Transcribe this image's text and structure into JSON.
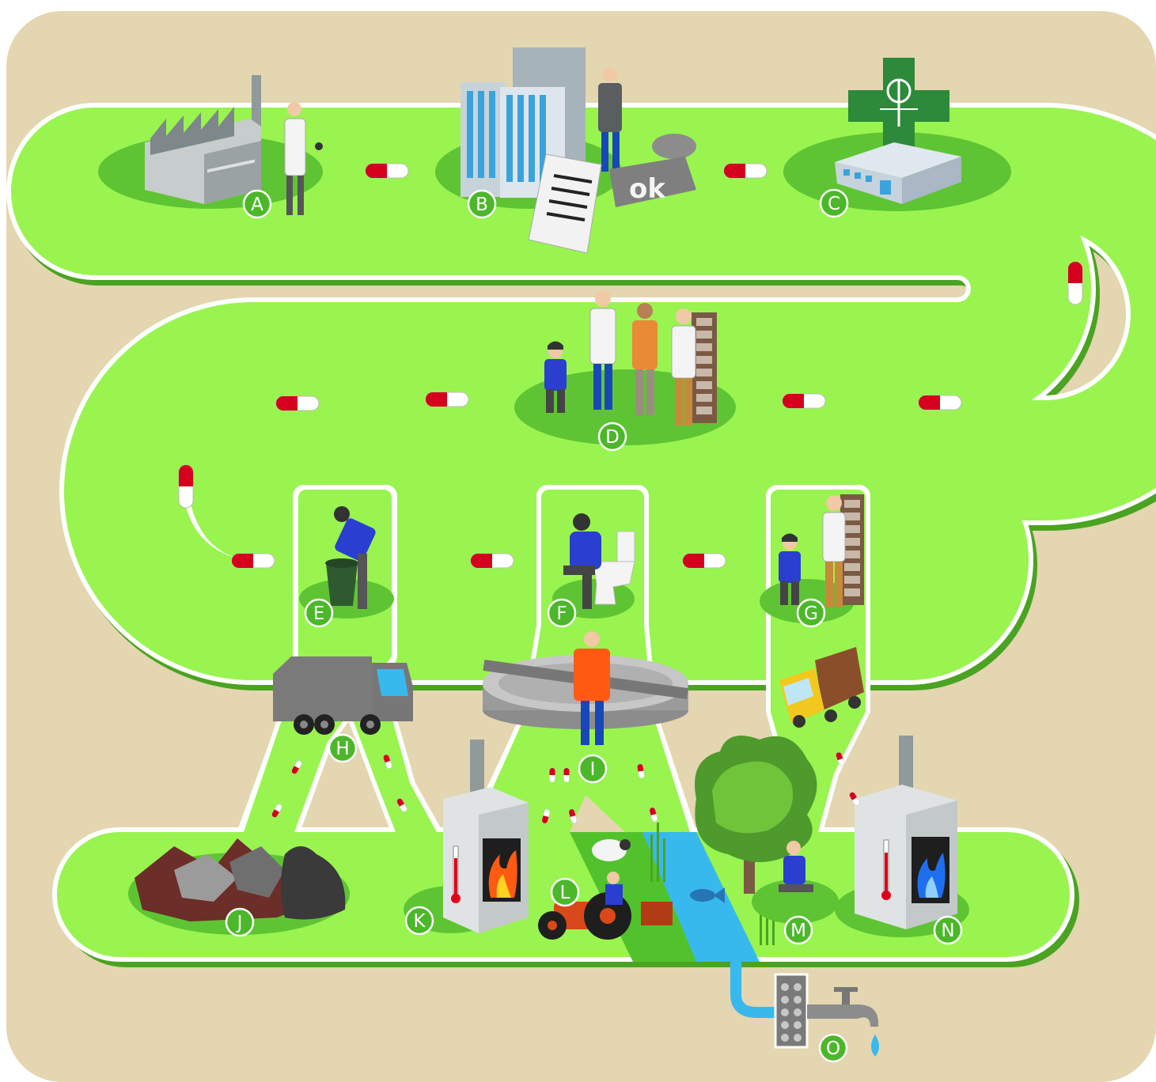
{
  "colors": {
    "background": "#e3d6b0",
    "road": "#99f44f",
    "road_edge": "#ffffff",
    "road_shadow": "#4aa321",
    "spot": "#5fc434",
    "badge_fill": "#4cb72a",
    "pill_red": "#d4001d",
    "pill_white": "#ffffff",
    "water": "#37b9ee"
  },
  "stations": {
    "A": {
      "label": "A",
      "icon": "factory-chemist-icon"
    },
    "B": {
      "label": "B",
      "icon": "office-approval-icon"
    },
    "C": {
      "label": "C",
      "icon": "pharmacy-cross-icon"
    },
    "D": {
      "label": "D",
      "icon": "doctor-pharmacist-patients-icon"
    },
    "E": {
      "label": "E",
      "icon": "trash-bin-icon"
    },
    "F": {
      "label": "F",
      "icon": "toilet-icon"
    },
    "G": {
      "label": "G",
      "icon": "pharmacy-return-icon"
    },
    "H": {
      "label": "H",
      "icon": "garbage-truck-icon"
    },
    "I": {
      "label": "I",
      "icon": "wastewater-plant-icon"
    },
    "J": {
      "label": "J",
      "icon": "landfill-icon"
    },
    "K": {
      "label": "K",
      "icon": "incinerator-fire-icon"
    },
    "L": {
      "label": "L",
      "icon": "tractor-field-icon"
    },
    "M": {
      "label": "M",
      "icon": "tree-person-icon"
    },
    "N": {
      "label": "N",
      "icon": "incinerator-gas-icon"
    },
    "O": {
      "label": "O",
      "icon": "tap-water-icon"
    }
  },
  "ok_stamp": "ok"
}
